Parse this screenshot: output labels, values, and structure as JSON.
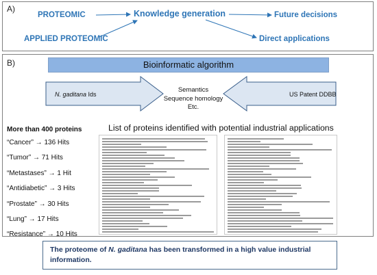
{
  "panel_a": {
    "label": "A)",
    "proteomic": "PROTEOMIC",
    "applied_proteomic": "APPLIED PROTEOMIC",
    "knowledge_generation": "Knowledge generation",
    "future_decisions": "Future decisions",
    "direct_applications": "Direct applications"
  },
  "panel_b": {
    "label": "B)",
    "algorithm_title": "Bioinformatic algorithm",
    "left_box_species": "N. gaditana",
    "left_box_suffix": " Ids",
    "right_box": "US Patent DDBB",
    "middle_lines": [
      "Semantics",
      "Sequence homology",
      "Etc."
    ],
    "proteins_title": "More than 400 proteins",
    "hits": [
      "“Cancer” → 136 Hits",
      "“Tumor” → 71 Hits",
      "“Metastases” → 1 Hit",
      "“Antidiabetic” → 3 Hits",
      "“Prostate” → 30 Hits",
      "“Lung” → 17 Hits",
      "“Resistance” → 10 Hits"
    ],
    "list_title": "List of proteins identified with potential industrial applications"
  },
  "conclusion": {
    "prefix": "The proteome of ",
    "species": "N. gaditana",
    "suffix": " has been transformed in a high value industrial information."
  },
  "colors": {
    "accent_blue": "#2e75b6",
    "algorithm_box": "#8db3e2",
    "arrow_box": "#dce6f2",
    "conclusion_text": "#1f3864"
  }
}
